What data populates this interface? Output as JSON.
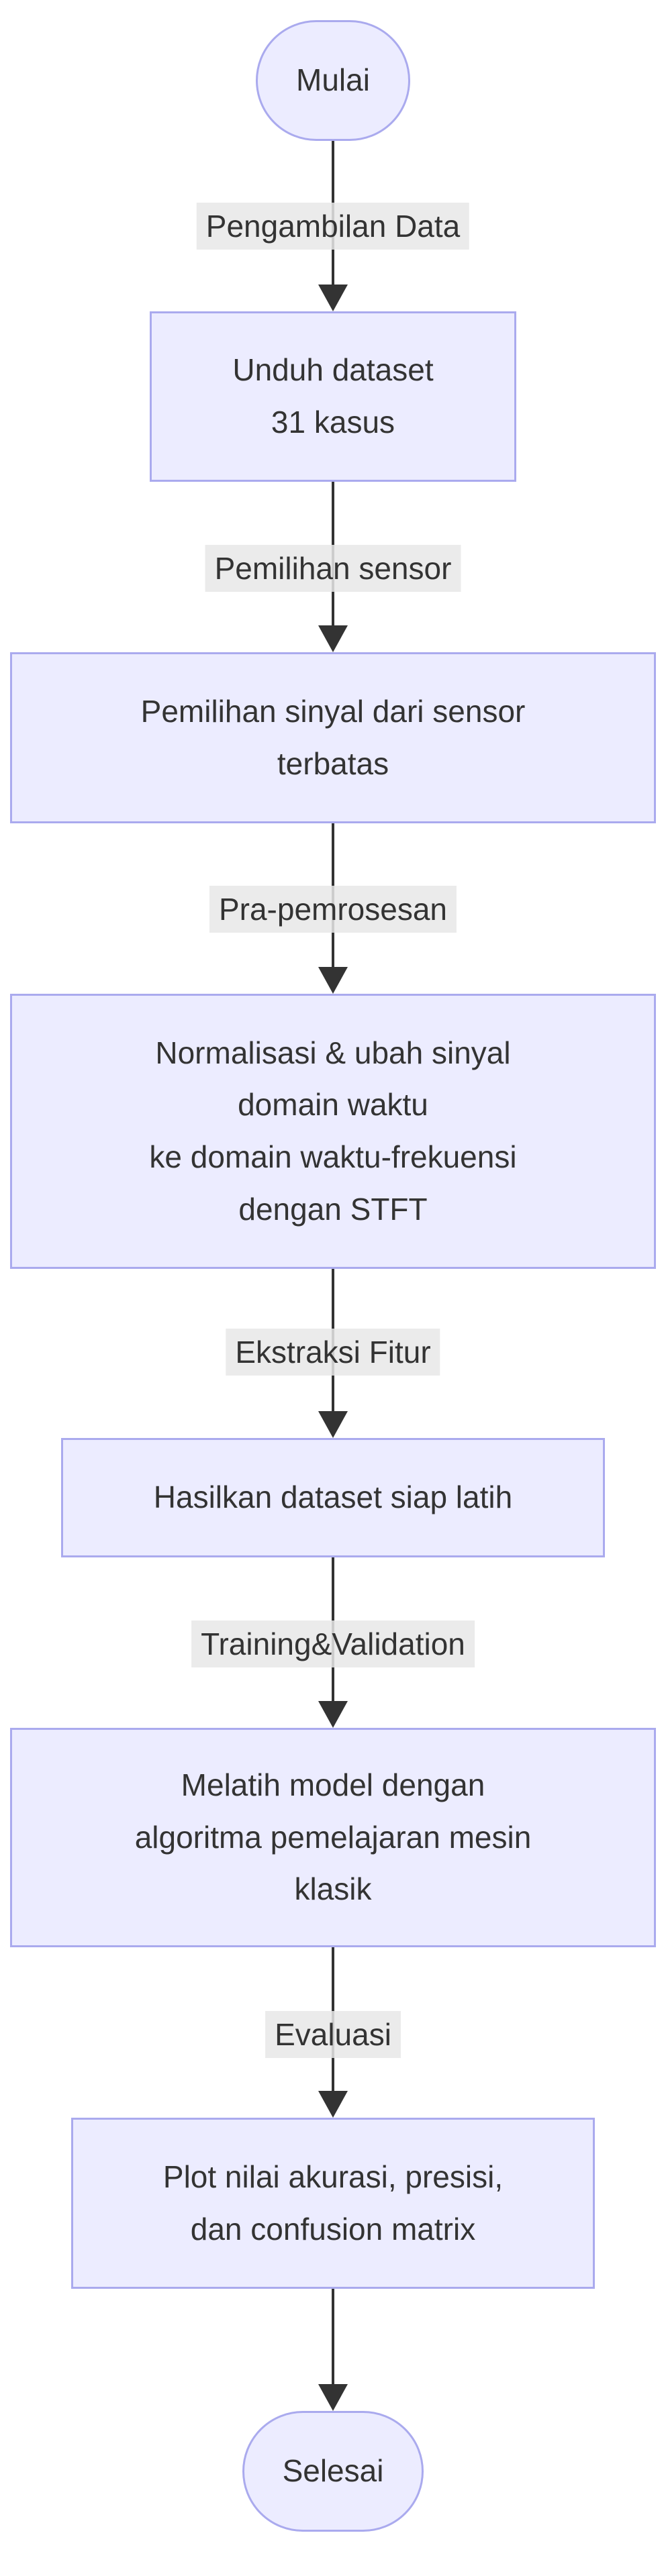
{
  "diagram": {
    "type": "flowchart",
    "direction": "top-down",
    "nodes": [
      {
        "id": "start",
        "shape": "stadium",
        "label": "Mulai"
      },
      {
        "id": "p1",
        "shape": "rect",
        "label": "Unduh dataset\n31 kasus"
      },
      {
        "id": "p2",
        "shape": "rect",
        "label": "Pemilihan sinyal dari sensor\nterbatas"
      },
      {
        "id": "p3",
        "shape": "rect",
        "label": "Normalisasi & ubah sinyal\ndomain waktu\nke domain waktu-frekuensi\ndengan STFT"
      },
      {
        "id": "p4",
        "shape": "rect",
        "label": "Hasilkan dataset siap latih"
      },
      {
        "id": "p5",
        "shape": "rect",
        "label": "Melatih model dengan\nalgoritma pemelajaran mesin\nklasik"
      },
      {
        "id": "p6",
        "shape": "rect",
        "label": "Plot nilai akurasi, presisi,\ndan confusion matrix"
      },
      {
        "id": "end",
        "shape": "stadium",
        "label": "Selesai"
      }
    ],
    "edges": [
      {
        "from": "start",
        "to": "p1",
        "label": "Pengambilan Data"
      },
      {
        "from": "p1",
        "to": "p2",
        "label": "Pemilihan sensor"
      },
      {
        "from": "p2",
        "to": "p3",
        "label": "Pra-pemrosesan"
      },
      {
        "from": "p3",
        "to": "p4",
        "label": "Ekstraksi Fitur"
      },
      {
        "from": "p4",
        "to": "p5",
        "label": "Training&Validation"
      },
      {
        "from": "p5",
        "to": "p6",
        "label": "Evaluasi"
      },
      {
        "from": "p6",
        "to": "end",
        "label": ""
      }
    ],
    "colors": {
      "node_fill": "#ECECFF",
      "node_border": "#AAAAEE",
      "edge_line": "#333333",
      "edge_label_bg": "#E8E8E8",
      "text": "#333333"
    }
  }
}
